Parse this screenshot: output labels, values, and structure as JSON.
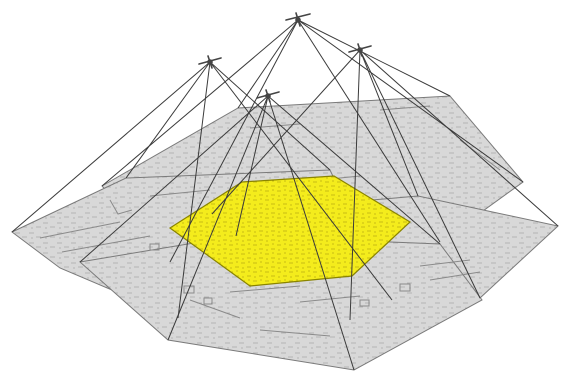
{
  "figure": {
    "kind": "aerial photogrammetry overlap illustration",
    "colors": {
      "background": "#ffffff",
      "footprint_fill": "#d8d8d8",
      "footprint_stroke": "#7a7a7a",
      "footprint_detail": "#9a9a9a",
      "overlap_fill": "#f4ec1c",
      "overlap_stroke": "#8a8400",
      "ray": "#3a3a3a",
      "aircraft": "#444444"
    },
    "cameras": [
      {
        "id": "camera-center-top"
      },
      {
        "id": "camera-left"
      },
      {
        "id": "camera-center-low"
      },
      {
        "id": "camera-right"
      }
    ],
    "footprints": [
      {
        "id": "footprint-west"
      },
      {
        "id": "footprint-north"
      },
      {
        "id": "footprint-east"
      },
      {
        "id": "footprint-south"
      }
    ],
    "overlap_region": {
      "id": "common-overlap-area"
    }
  }
}
